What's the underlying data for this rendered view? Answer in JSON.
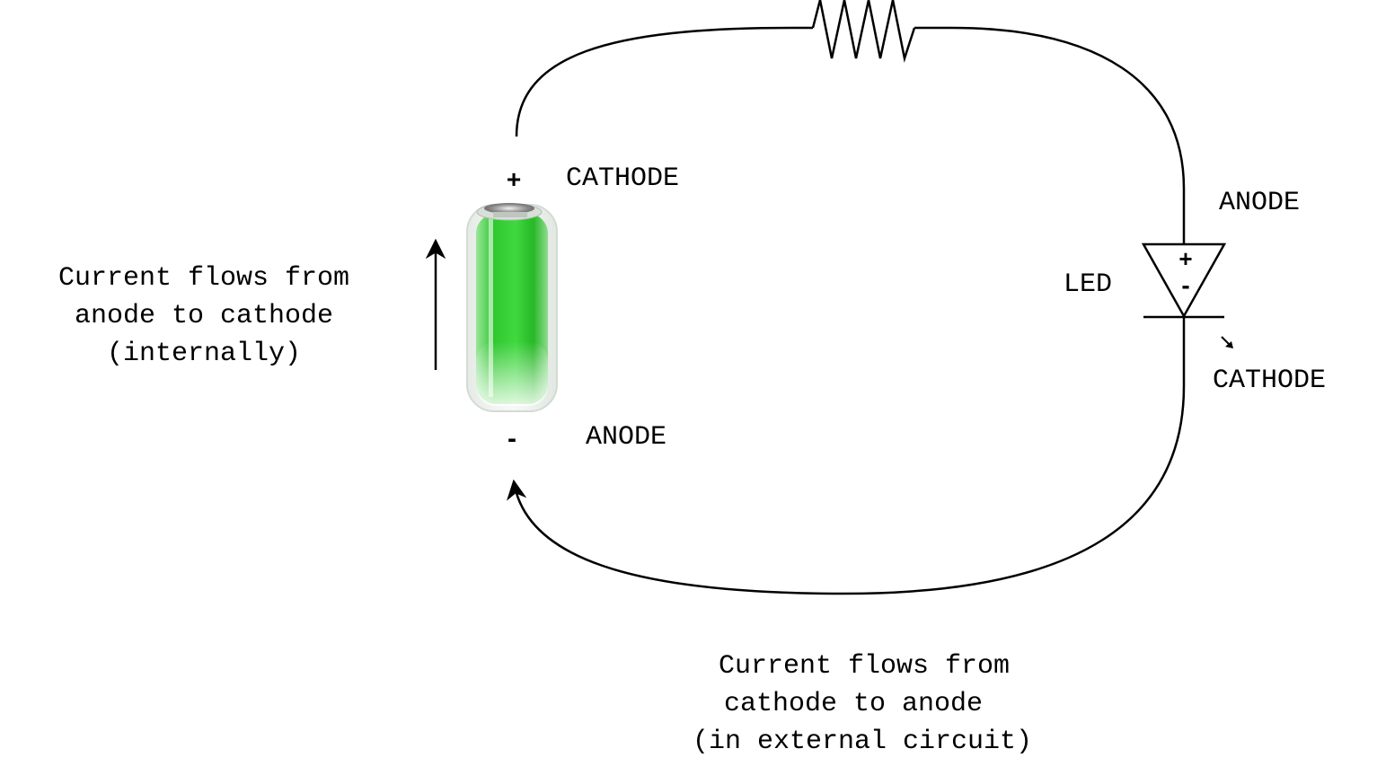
{
  "labels": {
    "battery_plus": "+",
    "battery_minus": "-",
    "battery_cathode": "CATHODE",
    "battery_anode": "ANODE",
    "internal_note": [
      "Current flows from",
      "anode to cathode",
      "(internally)"
    ],
    "led_anode": "ANODE",
    "led_label": "LED",
    "led_plus": "+",
    "led_minus": "-",
    "led_cathode": "CATHODE",
    "external_note": [
      "Current flows from",
      "cathode to anode",
      "(in external circuit)"
    ]
  },
  "colors": {
    "wire": "#000000",
    "battery_fill": "#33cc33",
    "battery_casing": "#e8ece8"
  },
  "icons": {
    "battery": "battery-icon",
    "resistor": "resistor-icon",
    "led": "led-diode-icon",
    "light_emission": "emission-arrow-icon"
  }
}
